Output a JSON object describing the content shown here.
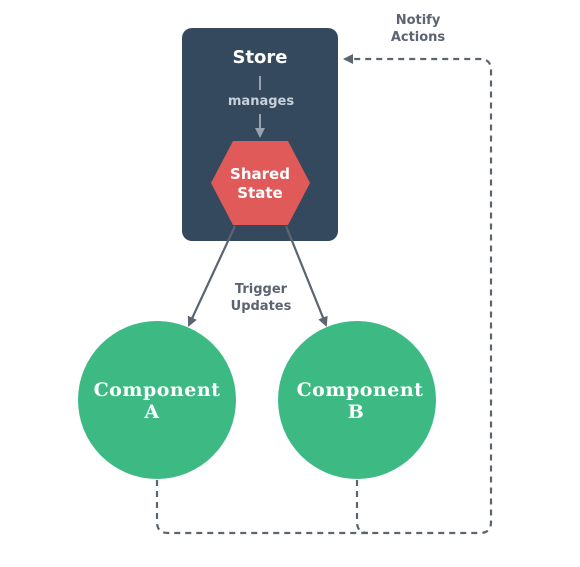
{
  "store": {
    "title": "Store",
    "manages_label": "manages",
    "box_color": "#34495e"
  },
  "shared_state": {
    "line1": "Shared",
    "line2": "State",
    "color": "#e05a5a"
  },
  "trigger_label": {
    "line1": "Trigger",
    "line2": "Updates"
  },
  "notify_label": {
    "line1": "Notify",
    "line2": "Actions"
  },
  "components": [
    {
      "line1": "Component",
      "line2": "A",
      "color": "#3dba84"
    },
    {
      "line1": "Component",
      "line2": "B",
      "color": "#3dba84"
    }
  ],
  "colors": {
    "arrow": "#5b6470",
    "dashed": "#5b6470"
  }
}
